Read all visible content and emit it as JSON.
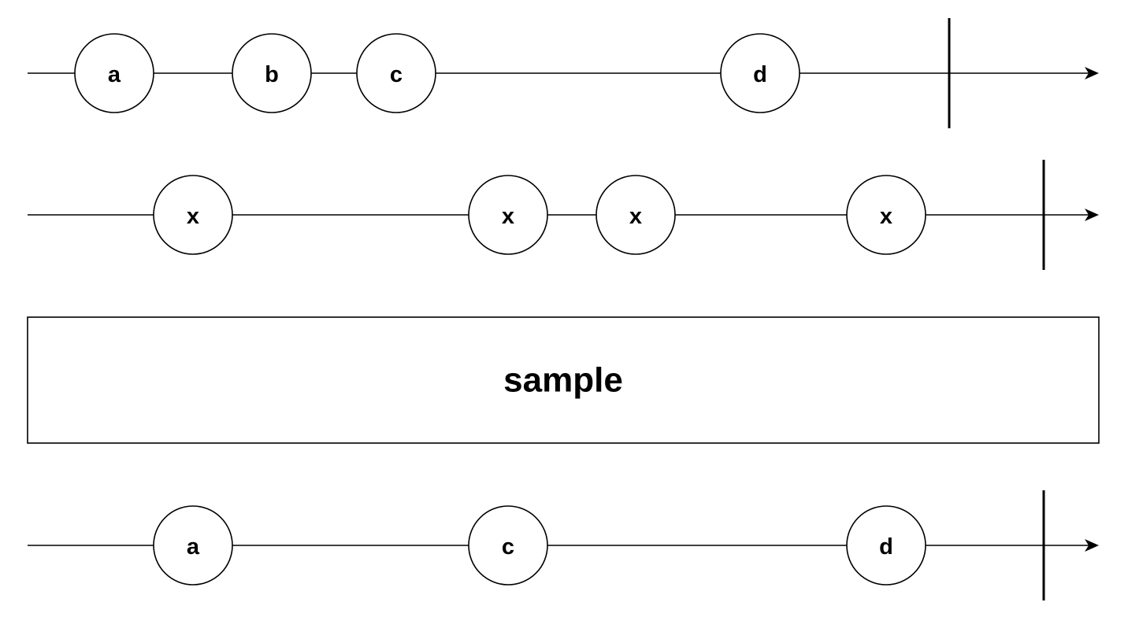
{
  "diagram": {
    "source_stream": {
      "marbles": [
        {
          "label": "a"
        },
        {
          "label": "b"
        },
        {
          "label": "c"
        },
        {
          "label": "d"
        }
      ]
    },
    "sampler_stream": {
      "marbles": [
        {
          "label": "x"
        },
        {
          "label": "x"
        },
        {
          "label": "x"
        },
        {
          "label": "x"
        }
      ]
    },
    "operator": {
      "label": "sample"
    },
    "output_stream": {
      "marbles": [
        {
          "label": "a"
        },
        {
          "label": "c"
        },
        {
          "label": "d"
        }
      ]
    }
  }
}
